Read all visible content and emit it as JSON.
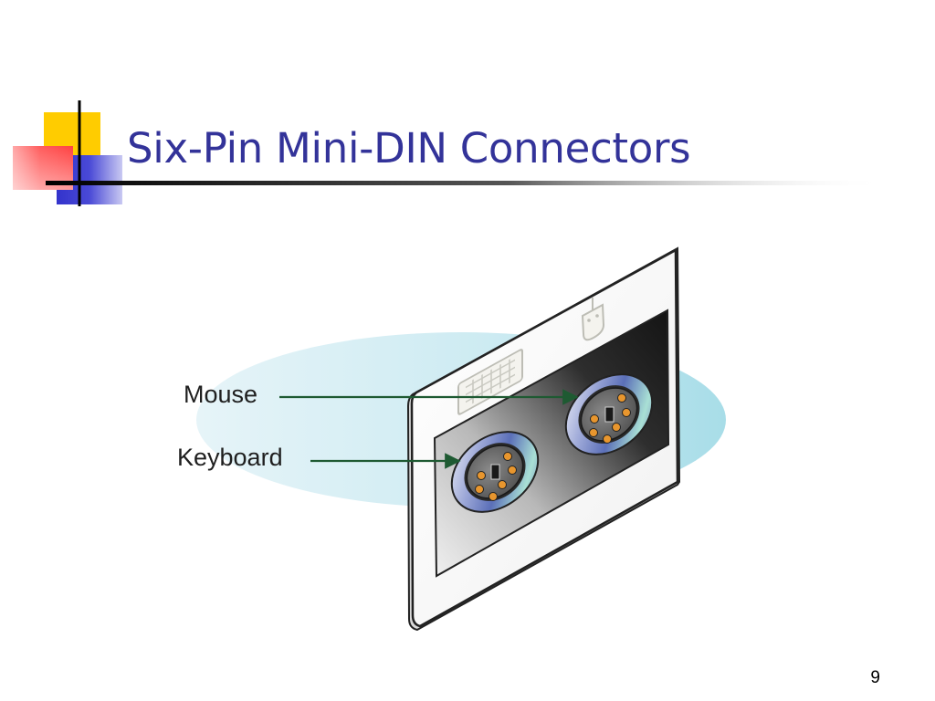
{
  "slide": {
    "title": "Six-Pin Mini-DIN Connectors",
    "page_number": "9"
  },
  "diagram": {
    "labels": {
      "mouse": "Mouse",
      "keyboard": "Keyboard"
    },
    "icons": [
      "keyboard-icon",
      "mouse-icon"
    ],
    "connectors": [
      {
        "port": "keyboard-port",
        "pins": 6
      },
      {
        "port": "mouse-port",
        "pins": 6
      }
    ]
  },
  "colors": {
    "title": "#333399",
    "accent_yellow": "#ffcc00",
    "accent_red": "#ff3333",
    "accent_blue": "#3333cc",
    "halo": "#bfe6ee",
    "panel_dark": "#2b2b2b",
    "pin": "#e8962e",
    "arrow": "#1e5a32"
  }
}
